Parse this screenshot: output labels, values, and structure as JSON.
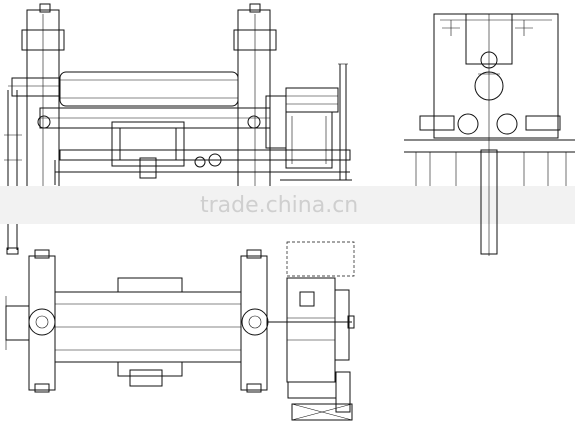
{
  "watermark": {
    "text": "trade.china.cn"
  },
  "views": [
    {
      "id": "front-elevation"
    },
    {
      "id": "side-elevation"
    },
    {
      "id": "plan-view"
    }
  ],
  "colors": {
    "line": "#111111",
    "background": "#ffffff",
    "watermark": "#cfcfcf"
  }
}
